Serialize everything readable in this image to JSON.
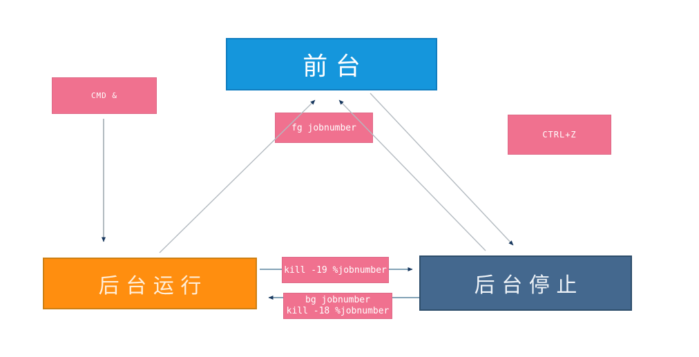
{
  "nodes": {
    "foreground": {
      "label": "前台",
      "color": "#1596dc",
      "text_color": "#ffffff"
    },
    "background_running": {
      "label": "后台运行",
      "color": "#ff8e0f",
      "text_color": "#ffeed8"
    },
    "background_stopped": {
      "label": "后台停止",
      "color": "#44688e",
      "text_color": "#eef3f8"
    }
  },
  "command_labels": {
    "cmd_background": {
      "label": "CMD &",
      "color": "#f0718f"
    },
    "fg_to_foreground": {
      "label": "fg jobnumber",
      "color": "#f0718f"
    },
    "ctrl_z": {
      "label": "CTRL+Z",
      "color": "#f0718f"
    },
    "kill_stop": {
      "label": "kill -19 %jobnumber",
      "color": "#f0718f"
    },
    "bg_resume": {
      "line1": "bg jobnumber",
      "line2": "kill -18 %jobnumber",
      "color": "#f0718f"
    }
  },
  "colors": {
    "canvas_background": "#ffffff",
    "diagonal_line": "#b3bac0",
    "horizontal_line": "#7195ac",
    "vertical_line": "#9fa8b0",
    "arrowhead": "#17375e"
  }
}
